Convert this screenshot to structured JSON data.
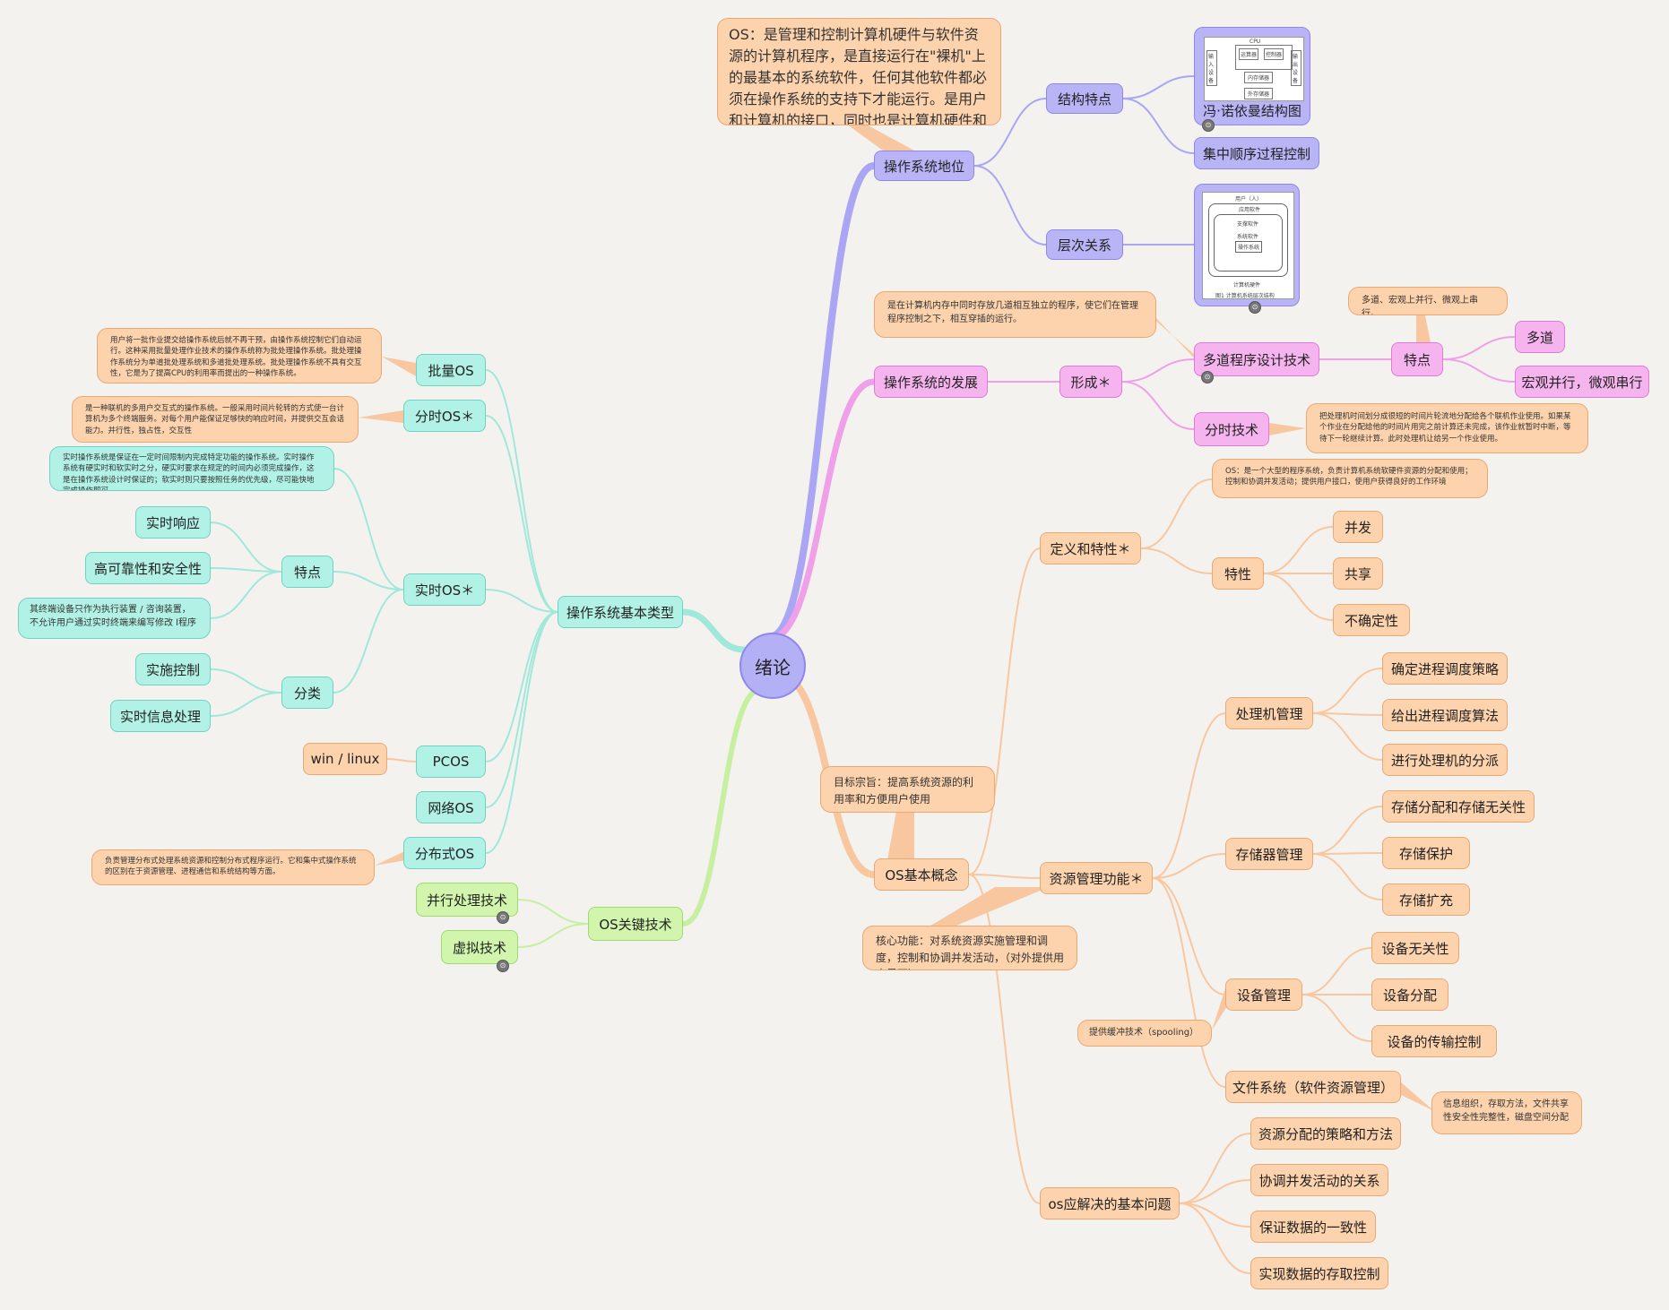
{
  "center": {
    "label": "绪论"
  },
  "colors": {
    "purple": "#b8b4f6",
    "pink": "#f5b4ee",
    "orange": "#fdd3ad",
    "teal": "#b2f2e6",
    "green": "#d1f5ad",
    "background": "#f3f2ef"
  },
  "position": {
    "label": "操作系统地位",
    "note": "OS：是管理和控制计算机硬件与软件资源的计算机程序，是直接运行在\"裸机\"上的最基本的系统软件，任何其他软件都必须在操作系统的支持下才能运行。是用户和计算机的接口，同时也是计算机硬件和其他软件的接口",
    "structure": {
      "label": "结构特点",
      "image_caption": "冯·诺依曼结构图",
      "diagram": {
        "title": "CPU",
        "controller": "运算器",
        "control": "控制器",
        "memory": "内存储器",
        "external": "外存储器",
        "input": "输入设备",
        "output": "输出设备"
      },
      "sequential": "集中顺序过程控制"
    },
    "hierarchy": {
      "label": "层次关系",
      "diagram": {
        "user": "用户（人）",
        "app": "应用软件",
        "support": "支撑软件",
        "system": "系统软件",
        "os": "操作系统",
        "hw": "计算机硬件",
        "caption": "图1 计算机系统层次结构"
      }
    }
  },
  "development": {
    "label": "操作系统的发展",
    "formation": "形成＊",
    "multiprog": {
      "label": "多道程序设计技术",
      "note": "是在计算机内存中同时存放几道相互独立的程序，使它们在管理程序控制之下，相互穿插的运行。",
      "feature_label": "特点",
      "feature_note": "多道、宏观上并行、微观上串行。",
      "features": [
        "多道",
        "宏观并行，微观串行"
      ]
    },
    "timesharing": {
      "label": "分时技术",
      "note": "把处理机时间划分成很短的时间片轮流地分配给各个联机作业使用。如果某个作业在分配给他的时间片用完之前计算还未完成，该作业就暂时中断，等待下一轮继续计算。此时处理机让给另一个作业使用。"
    }
  },
  "concept": {
    "label": "OS基本概念",
    "goal": "目标宗旨：提高系统资源的利用率和方便用户使用",
    "core": "核心功能：对系统资源实施管理和调度，控制和协调并发活动，（对外提供用户界面）",
    "definition": {
      "label": "定义和特性＊",
      "note": "OS：是一个大型的程序系统，负责计算机系统软硬件资源的分配和使用；控制和协调并发活动；提供用户接口，使用户获得良好的工作环境",
      "feature_label": "特性",
      "features": [
        "并发",
        "共享",
        "不确定性"
      ]
    },
    "resource": {
      "label": "资源管理功能＊",
      "cpu": {
        "label": "处理机管理",
        "items": [
          "确定进程调度策略",
          "给出进程调度算法",
          "进行处理机的分派"
        ]
      },
      "memory": {
        "label": "存储器管理",
        "items": [
          "存储分配和存储无关性",
          "存储保护",
          "存储扩充"
        ]
      },
      "device": {
        "label": "设备管理",
        "items": [
          "设备无关性",
          "设备分配",
          "设备的传输控制"
        ],
        "note": "提供缓冲技术（spooling）"
      },
      "file": {
        "label": "文件系统（软件资源管理）",
        "note": "信息组织，存取方法，文件共享性安全性完整性，磁盘空间分配"
      }
    },
    "problems": {
      "label": "os应解决的基本问题",
      "items": [
        "资源分配的策略和方法",
        "协调并发活动的关系",
        "保证数据的一致性",
        "实现数据的存取控制"
      ]
    }
  },
  "types": {
    "label": "操作系统基本类型",
    "batch": {
      "label": "批量OS",
      "note": "用户将一批作业提交给操作系统后就不再干预，由操作系统控制它们自动运行。这种采用批量处理作业技术的操作系统称为批处理操作系统。批处理操作系统分为单道批处理系统和多道批处理系统。批处理操作系统不具有交互性，它是为了提高CPU的利用率而提出的一种操作系统。"
    },
    "timeshare": {
      "label": "分时OS＊",
      "note": "是一种联机的多用户交互式的操作系统。一般采用时间片轮转的方式使一台计算机为多个终端服务。对每个用户能保证足够快的响应时间，并提供交互会话能力。并行性，独占性，交互性"
    },
    "realtime": {
      "label": "实时OS＊",
      "note": "实时操作系统是保证在一定时间限制内完成特定功能的操作系统。实时操作系统有硬实时和软实时之分，硬实时要求在规定的时间内必须完成操作，这是在操作系统设计时保证的；软实时则只要按照任务的优先级，尽可能快地完成操作即可。",
      "feature_label": "特点",
      "features": [
        "实时响应",
        "高可靠性和安全性"
      ],
      "terminal_note": "其终端设备只作为执行装置 / 咨询装置，不允许用户通过实时终端来编写修改 l程序",
      "class_label": "分类",
      "classes": [
        "实施控制",
        "实时信息处理"
      ]
    },
    "pcos": {
      "label": "PCOS",
      "note": "win / linux"
    },
    "network": {
      "label": "网络OS"
    },
    "distributed": {
      "label": "分布式OS",
      "note": "负责管理分布式处理系统资源和控制分布式程序运行。它和集中式操作系统的区别在于资源管理、进程通信和系统结构等方面。"
    }
  },
  "key_tech": {
    "label": "OS关键技术",
    "items": [
      "并行处理技术",
      "虚拟技术"
    ]
  }
}
